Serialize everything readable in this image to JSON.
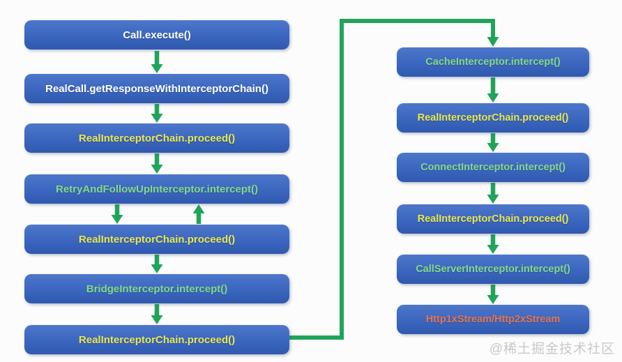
{
  "diagram": {
    "left_column": [
      {
        "label": "Call.execute()",
        "text_color": "white"
      },
      {
        "label": "RealCall.getResponseWithInterceptorChain()",
        "text_color": "white"
      },
      {
        "label": "RealInterceptorChain.proceed()",
        "text_color": "yellow"
      },
      {
        "label": "RetryAndFollowUpInterceptor.intercept()",
        "text_color": "green"
      },
      {
        "label": "RealInterceptorChain.proceed()",
        "text_color": "yellow"
      },
      {
        "label": "BridgeInterceptor.intercept()",
        "text_color": "green"
      },
      {
        "label": "RealInterceptorChain.proceed()",
        "text_color": "yellow"
      }
    ],
    "right_column": [
      {
        "label": "CacheInterceptor.intercept()",
        "text_color": "green"
      },
      {
        "label": "RealInterceptorChain.proceed()",
        "text_color": "yellow"
      },
      {
        "label": "ConnectInterceptor.intercept()",
        "text_color": "green"
      },
      {
        "label": "RealInterceptorChain.proceed()",
        "text_color": "yellow"
      },
      {
        "label": "CallServerInterceptor.intercept()",
        "text_color": "green"
      },
      {
        "label": "Http1xStream/Http2xStream",
        "text_color": "orange"
      }
    ],
    "watermark": "@稀土掘金技术社区"
  },
  "colors": {
    "box-fill": "#3b66bf",
    "box-fill-light": "#4d77ca",
    "box-fill-dark": "#3059ae",
    "arrow-green": "#1fa459",
    "text-white": "#ffffff",
    "text-yellow": "#e9e74e",
    "text-green": "#86d987",
    "text-orange": "#e7744e",
    "watermark-gray": "#c8c8c8",
    "canvas-bg": "#fcfcfc"
  }
}
